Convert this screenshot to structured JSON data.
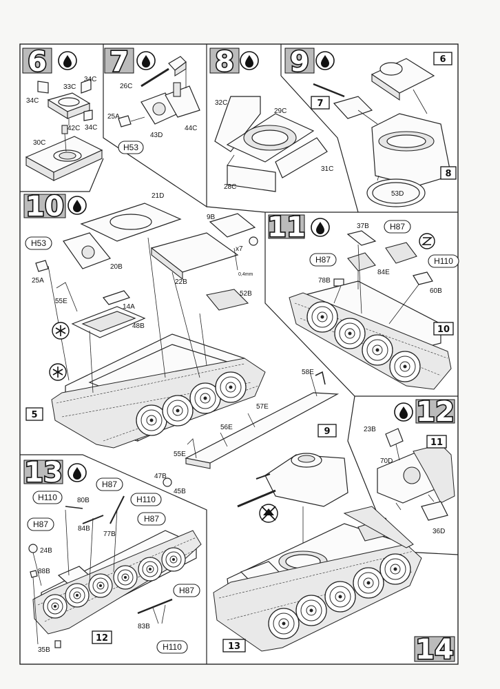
{
  "steps": [
    {
      "num": "6",
      "parts": [
        "33C",
        "34C",
        "34C",
        "34C",
        "42C",
        "30C"
      ]
    },
    {
      "num": "7",
      "parts": [
        "26C",
        "25A",
        "43D",
        "44C"
      ],
      "paint": [
        "H53"
      ]
    },
    {
      "num": "8",
      "parts": [
        "32C",
        "29C",
        "31C",
        "28C"
      ]
    },
    {
      "num": "9",
      "parts": [
        "53D"
      ],
      "refs": [
        "6",
        "7",
        "8"
      ]
    },
    {
      "num": "10",
      "parts": [
        "21D",
        "20B",
        "25A",
        "55E",
        "14A",
        "48B",
        "22B",
        "9B",
        "52B",
        "x7",
        "0,4mm",
        "58E",
        "57E",
        "56E",
        "55E",
        "47B",
        "45B"
      ],
      "paint": [
        "H53"
      ],
      "refs": [
        "5"
      ]
    },
    {
      "num": "11",
      "parts": [
        "37B",
        "78B",
        "84E",
        "60B"
      ],
      "paint": [
        "H87",
        "H87",
        "H110"
      ],
      "refs": [
        "10"
      ]
    },
    {
      "num": "12",
      "parts": [
        "23B",
        "70D",
        "36D"
      ],
      "refs": [
        "11"
      ]
    },
    {
      "num": "13",
      "parts": [
        "80B",
        "84B",
        "77B",
        "24B",
        "88B",
        "83B",
        "35B"
      ],
      "paint": [
        "H110",
        "H87",
        "H87",
        "H110",
        "H87",
        "H87",
        "H110"
      ],
      "refs": [
        "12"
      ]
    },
    {
      "num": "14",
      "refs": [
        "9",
        "13"
      ]
    }
  ]
}
